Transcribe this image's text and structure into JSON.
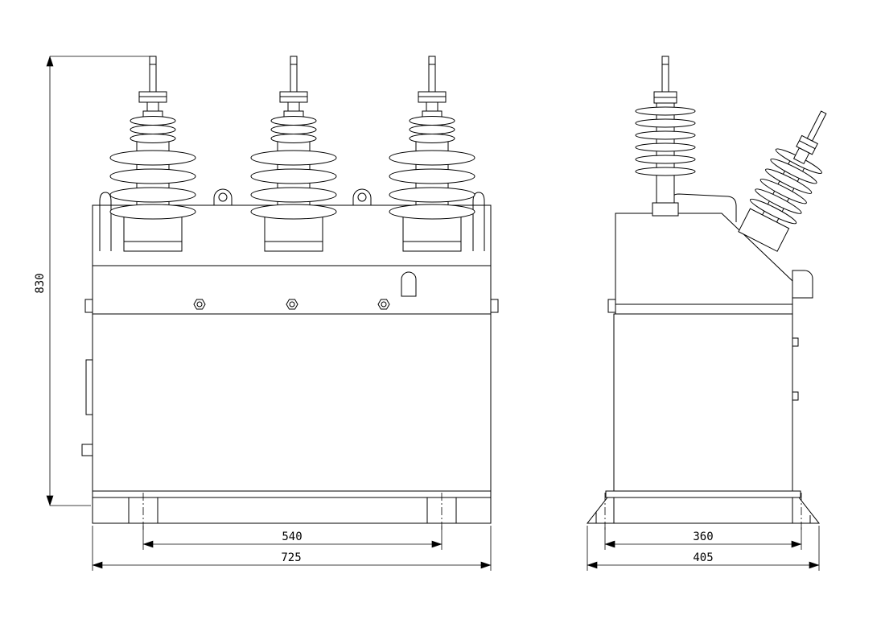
{
  "drawing": {
    "type": "technical-drawing",
    "background_color": "#ffffff",
    "line_color": "#000000",
    "views": [
      {
        "id": "front",
        "label": "front-view"
      },
      {
        "id": "side",
        "label": "side-view"
      }
    ],
    "dimensions": {
      "overall_height": "830",
      "front_feet_span": "540",
      "front_overall_width": "725",
      "side_feet_span": "360",
      "side_overall_depth": "405"
    }
  }
}
